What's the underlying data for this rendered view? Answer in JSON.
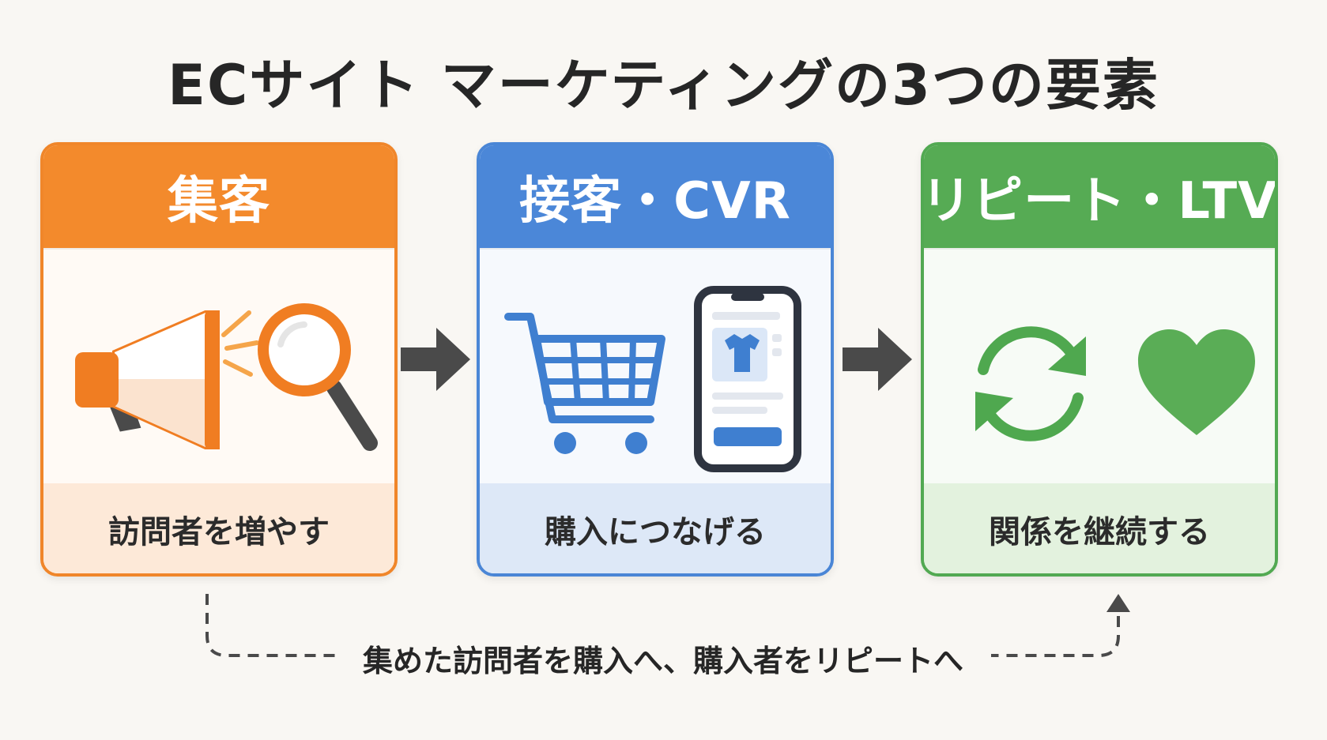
{
  "title": "ECサイト マーケティングの3つの要素",
  "cards": [
    {
      "heading": "集客",
      "icons": [
        "megaphone-icon",
        "magnifier-icon"
      ],
      "footer": "訪問者を増やす",
      "color": "#f38a2c"
    },
    {
      "heading": "接客・CVR",
      "icons": [
        "shopping-cart-icon",
        "smartphone-icon"
      ],
      "footer": "購入につなげる",
      "color": "#4b87d8"
    },
    {
      "heading": "リピート・LTV",
      "icons": [
        "refresh-cycle-icon",
        "heart-icon"
      ],
      "footer": "関係を継続する",
      "color": "#56ab54"
    }
  ],
  "caption": "集めた訪問者を購入へ、購入者をリピートへ",
  "arrow_color": "#4a4a4a"
}
